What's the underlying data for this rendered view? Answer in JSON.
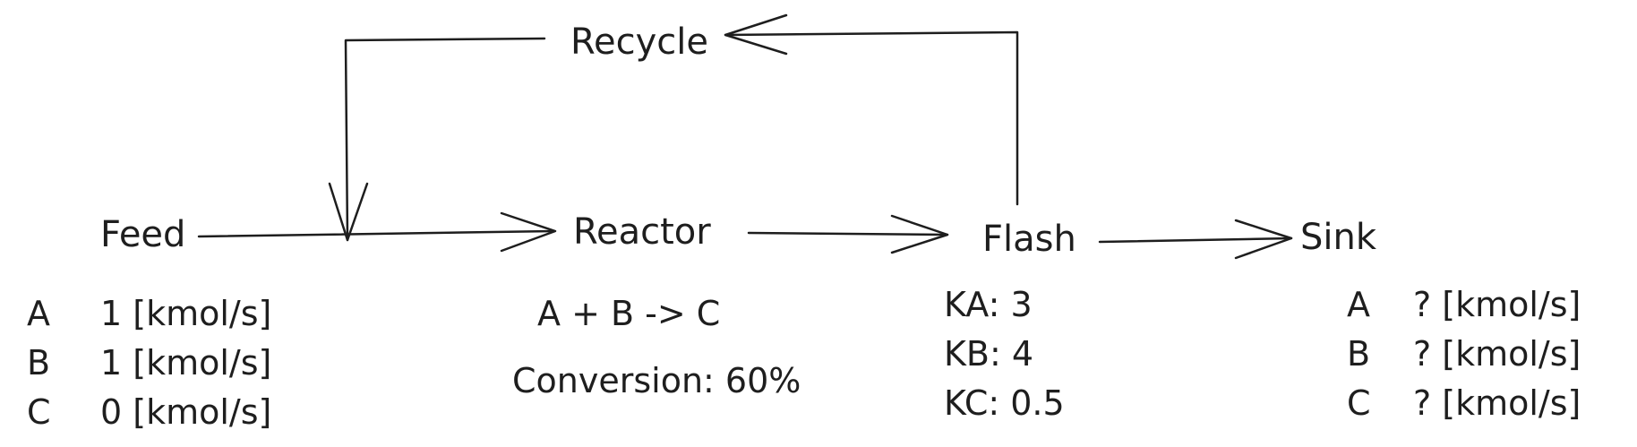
{
  "nodes": {
    "feed": "Feed",
    "reactor": "Reactor",
    "flash": "Flash",
    "sink": "Sink",
    "recycle": "Recycle"
  },
  "feed_table": {
    "rows": [
      {
        "component": "A",
        "value": "1 [kmol/s]"
      },
      {
        "component": "B",
        "value": "1 [kmol/s]"
      },
      {
        "component": "C",
        "value": "0 [kmol/s]"
      }
    ]
  },
  "reactor_info": {
    "reaction": "A + B -> C",
    "conversion": "Conversion: 60%"
  },
  "flash_table": {
    "rows": [
      "KA: 3",
      "KB: 4",
      "KC: 0.5"
    ]
  },
  "sink_table": {
    "rows": [
      {
        "component": "A",
        "value": "? [kmol/s]"
      },
      {
        "component": "B",
        "value": "? [kmol/s]"
      },
      {
        "component": "C",
        "value": "? [kmol/s]"
      }
    ]
  },
  "colors": {
    "ink": "#1e1e1e",
    "background": "#ffffff"
  }
}
